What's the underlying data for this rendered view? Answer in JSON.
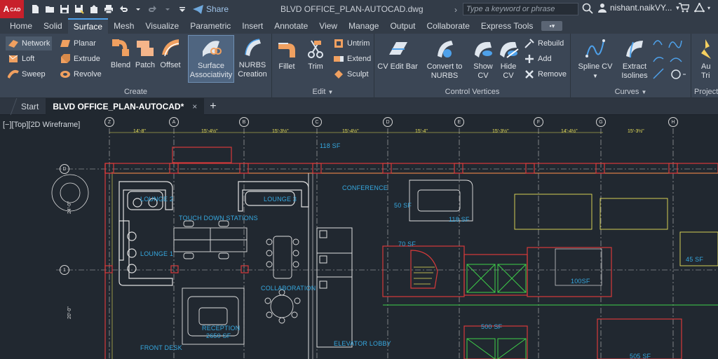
{
  "app": {
    "logo": "A",
    "logo_sub": "CAD",
    "title": "BLVD OFFICE_PLAN-AUTOCAD.dwg"
  },
  "quick_access": {
    "icons": [
      "new-file-icon",
      "open-folder-icon",
      "save-icon",
      "save-as-icon",
      "cloud-upload-icon",
      "print-icon",
      "undo-icon",
      "redo-icon",
      "customize-dropdown-icon"
    ],
    "share_label": "Share"
  },
  "search": {
    "placeholder": "Type a keyword or phrase"
  },
  "user": {
    "name": "nishant.naikVY..."
  },
  "ribbon_tabs": [
    "Home",
    "Solid",
    "Surface",
    "Mesh",
    "Visualize",
    "Parametric",
    "Insert",
    "Annotate",
    "View",
    "Manage",
    "Output",
    "Collaborate",
    "Express Tools"
  ],
  "active_tab": "Surface",
  "ribbon": {
    "create": {
      "title": "Create",
      "small": [
        "Network",
        "Planar",
        "Loft",
        "Extrude",
        "Sweep",
        "Revolve"
      ],
      "large": [
        "Blend",
        "Patch",
        "Offset"
      ],
      "surface_assoc": [
        "Surface",
        "Associativity"
      ],
      "nurbs": [
        "NURBS",
        "Creation"
      ]
    },
    "edit": {
      "title": "Edit",
      "fillet": "Fillet",
      "trim": "Trim",
      "untrim": "Untrim",
      "extend": "Extend",
      "sculpt": "Sculpt"
    },
    "control_vertices": {
      "title": "Control Vertices",
      "cv_edit_bar": "CV Edit Bar",
      "convert": [
        "Convert to",
        "NURBS"
      ],
      "show": [
        "Show",
        "CV"
      ],
      "hide": [
        "Hide",
        "CV"
      ],
      "rebuild": "Rebuild",
      "add": "Add",
      "remove": "Remove"
    },
    "curves": {
      "title": "Curves",
      "spline": "Spline CV",
      "extract": [
        "Extract",
        "Isolines"
      ]
    },
    "project": {
      "title": "Project",
      "auto": [
        "Au",
        "Tri"
      ]
    }
  },
  "file_tabs": {
    "start": "Start",
    "active": "BLVD OFFICE_PLAN-AUTOCAD*",
    "close": "×",
    "add": "+"
  },
  "viewport": {
    "label": "[−][Top][2D Wireframe]"
  },
  "drawing": {
    "grid_bubbles": [
      "Z",
      "A",
      "B",
      "C",
      "D",
      "E",
      "F",
      "G",
      "H"
    ],
    "row_bubbles": [
      "D",
      "1"
    ],
    "dimensions": [
      "14'-8\"",
      "15'-4½\"",
      "15'-3½\"",
      "15'-4½\"",
      "15'-4\"",
      "15'-3½\"",
      "14'-4½\"",
      "15'-3½\""
    ],
    "side_dims": [
      "24'-0\"",
      "20'-0\""
    ],
    "rooms": [
      "118 SF",
      "LOUNGE 2",
      "LOUNGE 3",
      "CONFERENCE",
      "50 SF",
      "118 SF",
      "TOUCH DOWN STATIONS",
      "LOUNGE 1",
      "70 SF",
      "100SF",
      "COLLABORATION",
      "RECEPTION",
      "2650 SF",
      "FRONT DESK",
      "ELEVATOR LOBBY",
      "500 SF",
      "45 SF",
      "505 SF"
    ]
  }
}
